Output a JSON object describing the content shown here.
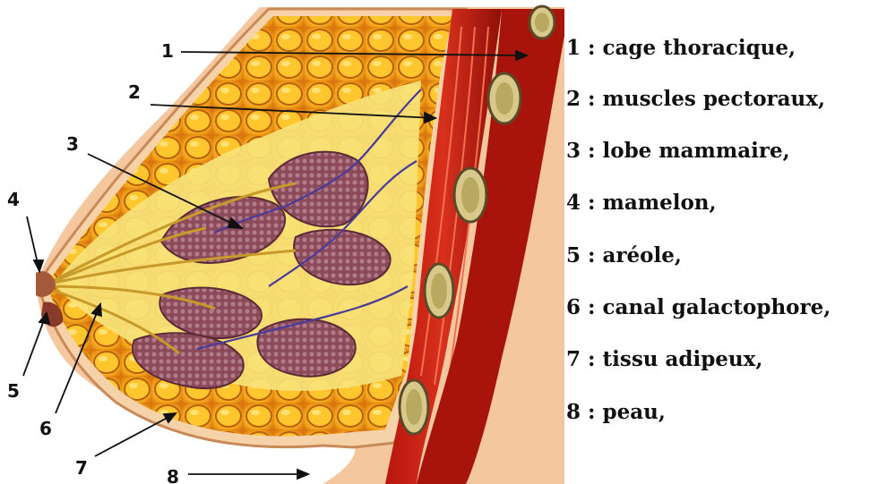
{
  "callouts": [
    "1",
    "2",
    "3",
    "4",
    "5",
    "6",
    "7",
    "8"
  ],
  "legend": [
    "1 : cage thoracique,",
    "2 : muscles pectoraux,",
    "3 : lobe mammaire,",
    "4 : mamelon,",
    "5 : aréole,",
    "6 : canal galactophore,",
    "7 : tissu adipeux,",
    "8 : peau,"
  ]
}
